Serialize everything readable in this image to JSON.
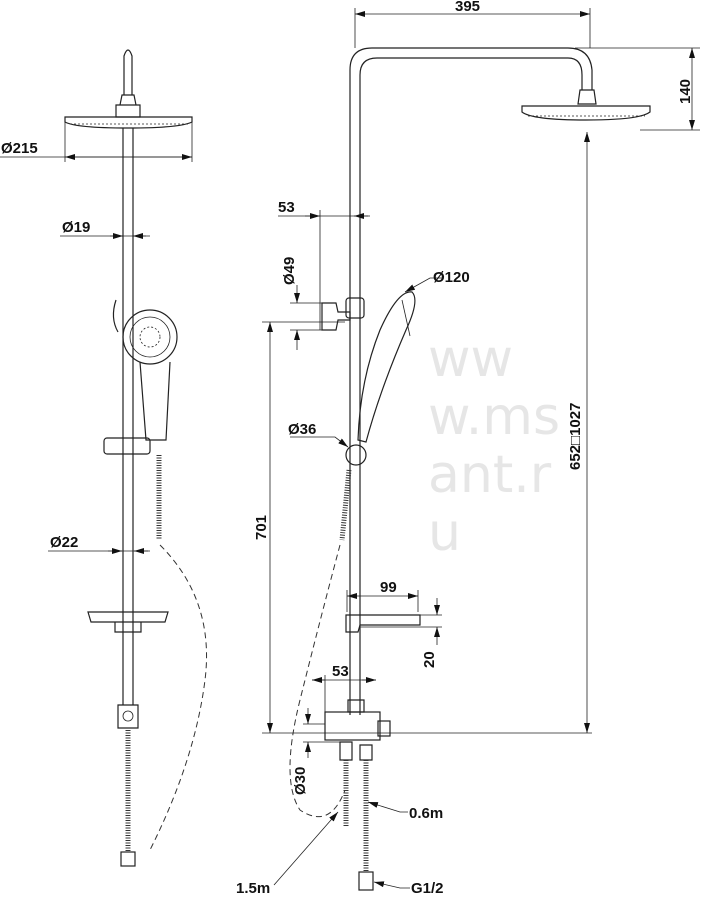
{
  "drawing": {
    "title": "Shower system dimension drawing",
    "watermark": "www.msant.ru",
    "front_view": {
      "head_diameter": "Ø215",
      "pipe_diameter_top": "Ø19",
      "pipe_diameter_bottom": "Ø22"
    },
    "side_view": {
      "arm_reach": "395",
      "arm_height": "140",
      "height_range": "652□1027",
      "bracket_offset_top": "53",
      "bracket_diameter": "Ø49",
      "hand_shower_diameter": "Ø120",
      "slider_diameter": "Ø36",
      "slider_height": "701",
      "soap_dish_width": "99",
      "soap_dish_height": "20",
      "valve_offset": "53",
      "inlet_diameter": "Ø30",
      "hose_short": "0.6m",
      "hose_long": "1.5m",
      "thread": "G1/2"
    }
  }
}
